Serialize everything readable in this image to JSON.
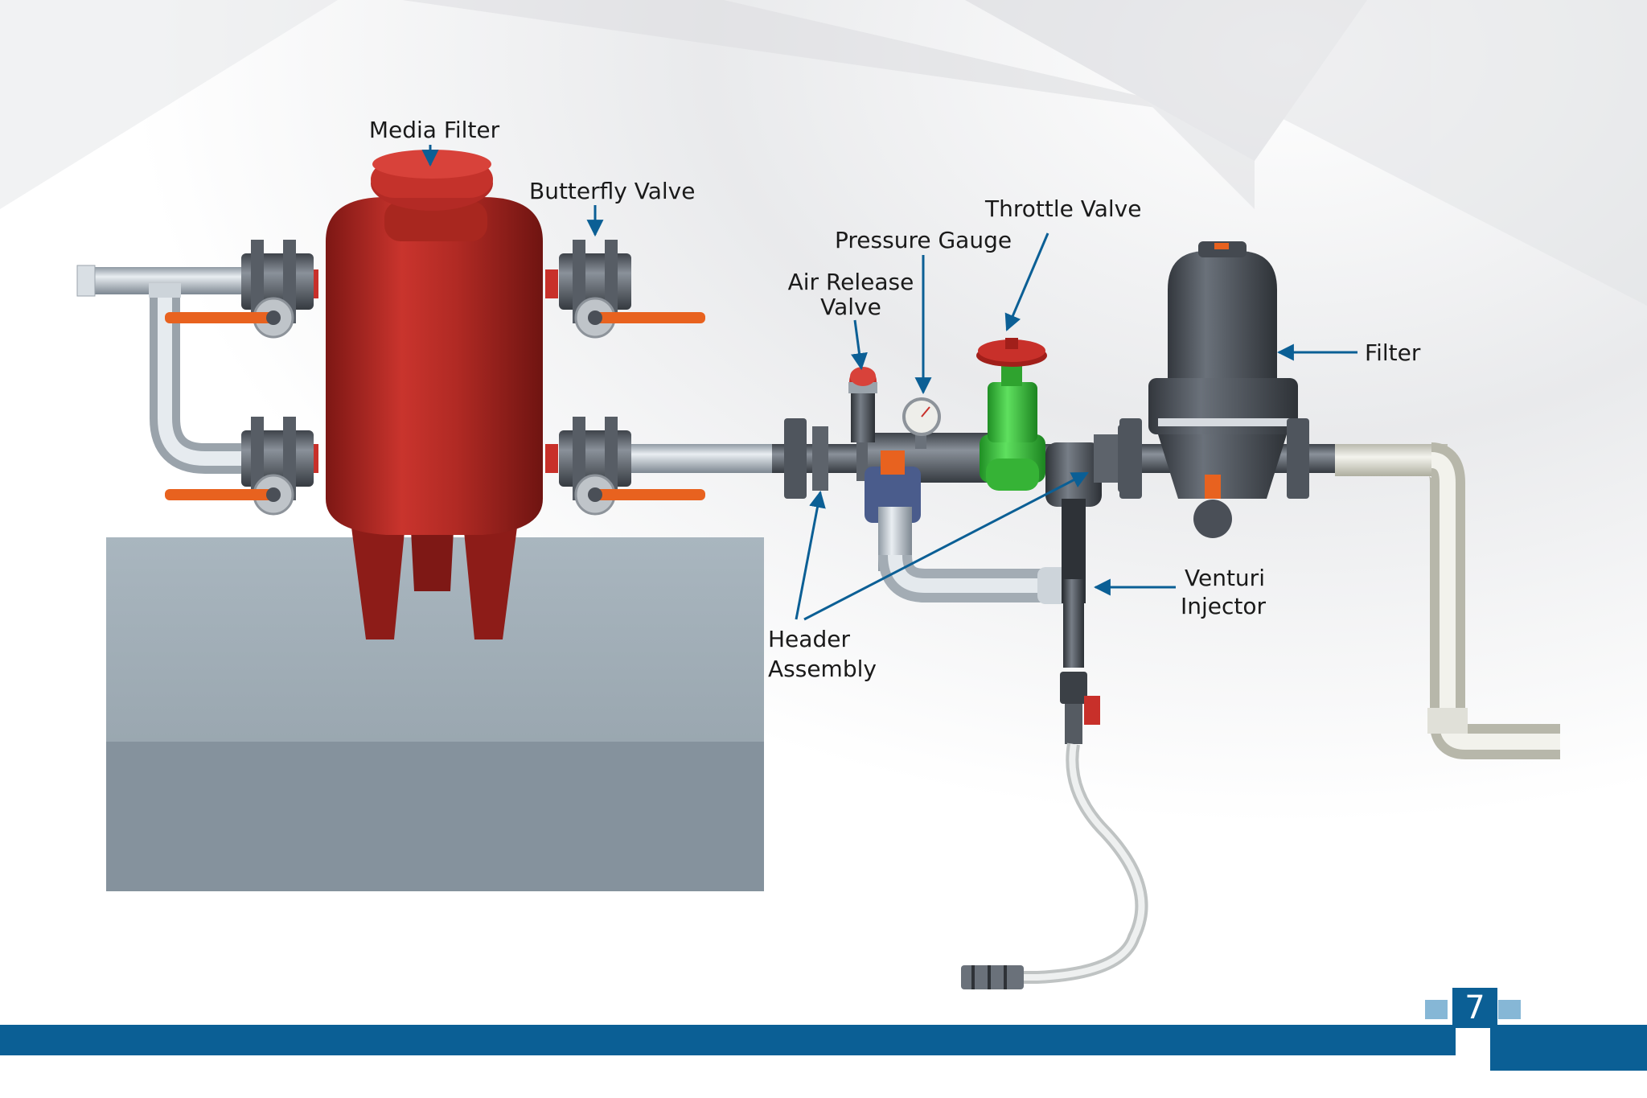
{
  "labels": {
    "media_filter": "Media Filter",
    "butterfly_valve": "Butterfly Valve",
    "throttle_valve": "Throttle Valve",
    "pressure_gauge": "Pressure Gauge",
    "air_release_line1": "Air Release",
    "air_release_line2": "Valve",
    "filter": "Filter",
    "venturi_line1": "Venturi",
    "venturi_line2": "Injector",
    "header_line1": "Header",
    "header_line2": "Assembly"
  },
  "page_number": "7",
  "colors": {
    "brand_blue": "#0b5f95",
    "light_blue": "#86b7d6",
    "tank_red": "#b32a25",
    "valve_orange": "#e8621f",
    "throttle_green": "#3cbf3c",
    "filter_dark": "#4a4f57",
    "pipe_grey": "#c3cad1",
    "pipe_white": "#e6e6df",
    "block_grey": "#99a5ae"
  },
  "icons": [
    "butterfly-valve-icon",
    "pressure-gauge-icon",
    "air-release-valve-icon",
    "throttle-valve-icon",
    "disc-filter-icon",
    "venturi-injector-icon",
    "suction-strainer-icon"
  ]
}
